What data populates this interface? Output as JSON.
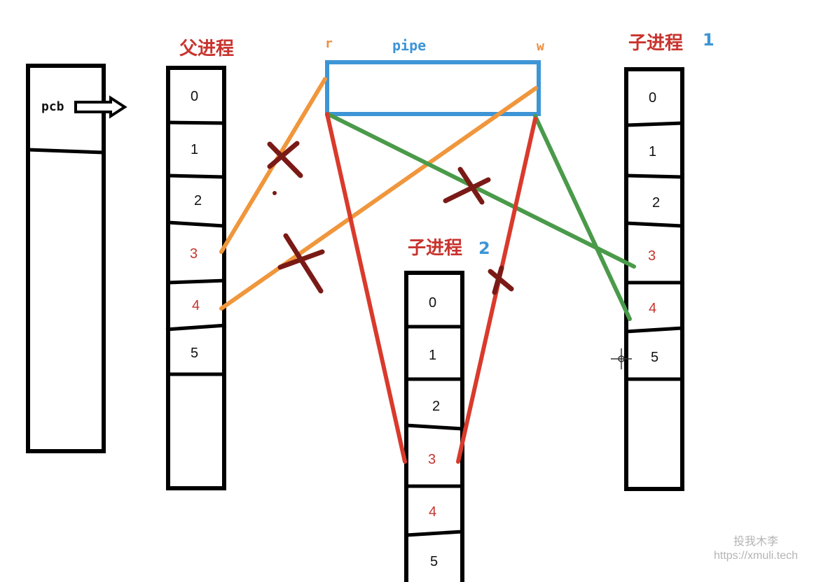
{
  "parent": {
    "title": "父进程"
  },
  "child1": {
    "title": "子进程",
    "number": "1"
  },
  "child2": {
    "title": "子进程",
    "number": "2"
  },
  "pipe": {
    "label": "pipe",
    "read_end": "r",
    "write_end": "w"
  },
  "pcb": {
    "label": "pcb"
  },
  "fd_labels": [
    "0",
    "1",
    "2",
    "3",
    "4",
    "5"
  ],
  "colors": {
    "outline": "#000000",
    "pipe_box": "#3d95d6",
    "parent_links": "#f0963c",
    "child1_links": "#4a9a4a",
    "child2_links": "#d93a2c",
    "cross_marks": "#7a1a16",
    "title": "#c8342e"
  },
  "watermark": {
    "line1": "投我木李",
    "line2": "https://xmuli.tech"
  }
}
